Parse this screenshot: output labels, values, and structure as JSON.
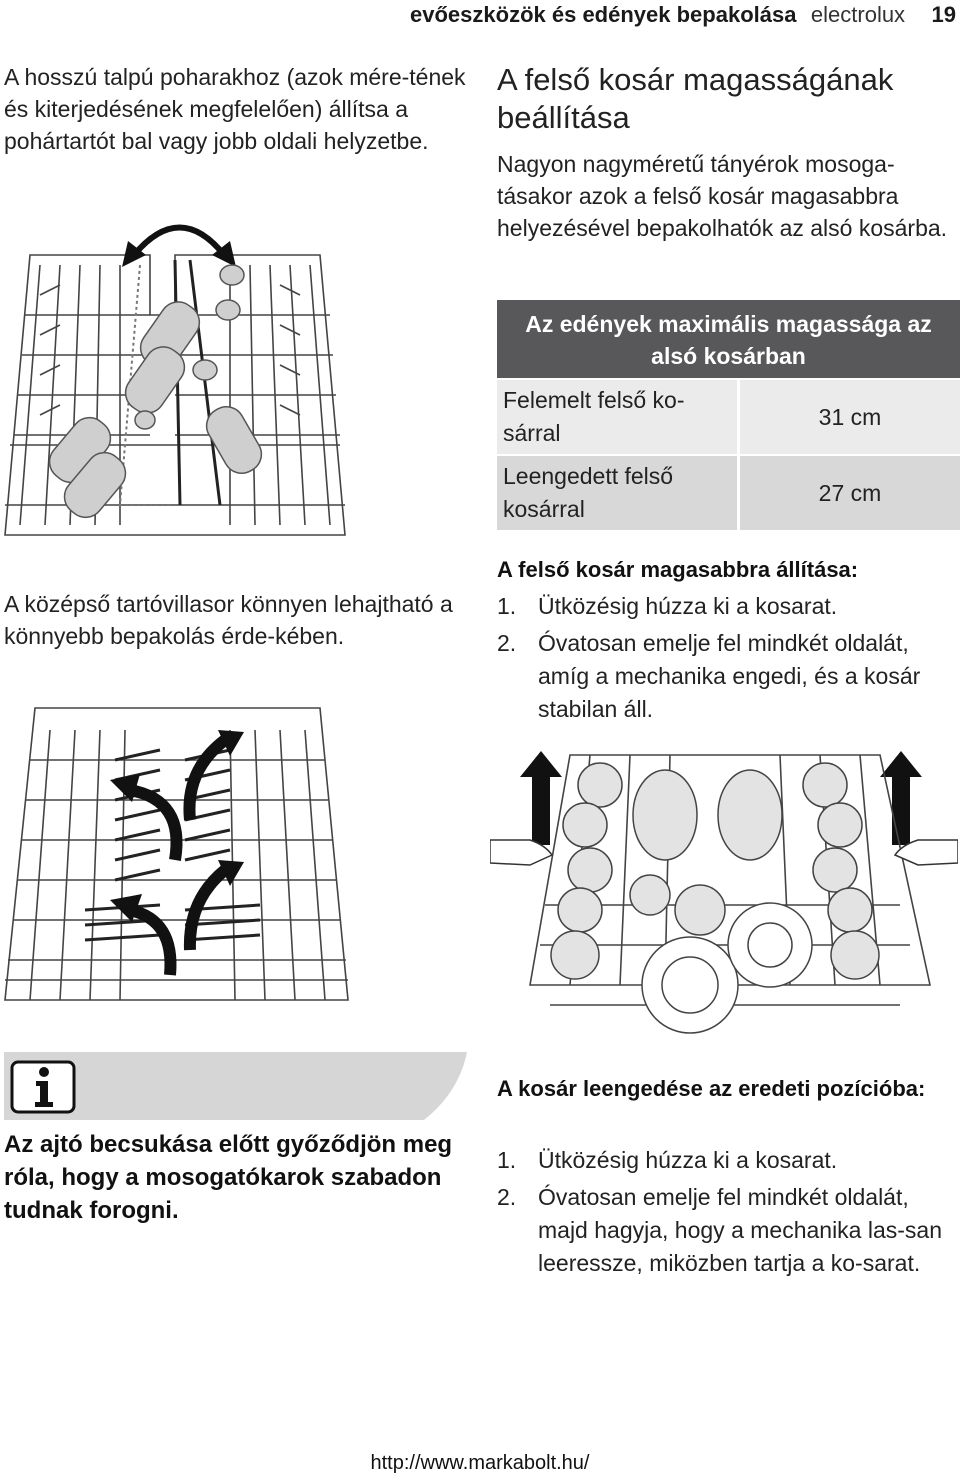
{
  "header": {
    "section": "evőeszközök és edények bepakolása",
    "brand": "electrolux",
    "page_number": "19"
  },
  "left": {
    "para1": "A hosszú talpú poharakhoz (azok mére-tének és kiterjedésének megfelelően) állítsa a pohártartót bal vagy jobb oldali helyzetbe.",
    "para2": "A középső tartóvillasor könnyen lehajtható a könnyebb bepakolás érde-kében."
  },
  "right": {
    "title": "A felső kosár magasságának beállítása",
    "intro": "Nagyon nagyméretű tányérok mosoga-tásakor azok a felső kosár magasabbra helyezésével bepakolhatók az alsó kosárba."
  },
  "table": {
    "header": "Az edények maximális magassága az alsó kosárban",
    "rows": [
      {
        "label": "Felemelt felső ko-sárral",
        "value": "31 cm"
      },
      {
        "label": "Leengedett felső kosárral",
        "value": "27 cm"
      }
    ]
  },
  "raise": {
    "title": "A felső kosár magasabbra állítása:",
    "steps": [
      {
        "num": "1.",
        "text": "Ütközésig húzza ki a kosarat."
      },
      {
        "num": "2.",
        "text": "Óvatosan emelje fel mindkét oldalát, amíg a mechanika engedi, és a kosár stabilan áll."
      }
    ]
  },
  "info": {
    "icon": "info-icon",
    "text": "Az ajtó becsukása előtt győződjön meg róla, hogy a mosogatókarok szabadon tudnak forogni."
  },
  "lower": {
    "title": "A kosár leengedése az eredeti pozícióba:",
    "steps": [
      {
        "num": "1.",
        "text": "Ütközésig húzza ki a kosarat."
      },
      {
        "num": "2.",
        "text": "Óvatosan emelje fel mindkét oldalát, majd hagyja, hogy a mechanika las-san leeressze, miközben tartja a ko-sarat."
      }
    ]
  },
  "footer": {
    "url": "http://www.markabolt.hu/"
  }
}
